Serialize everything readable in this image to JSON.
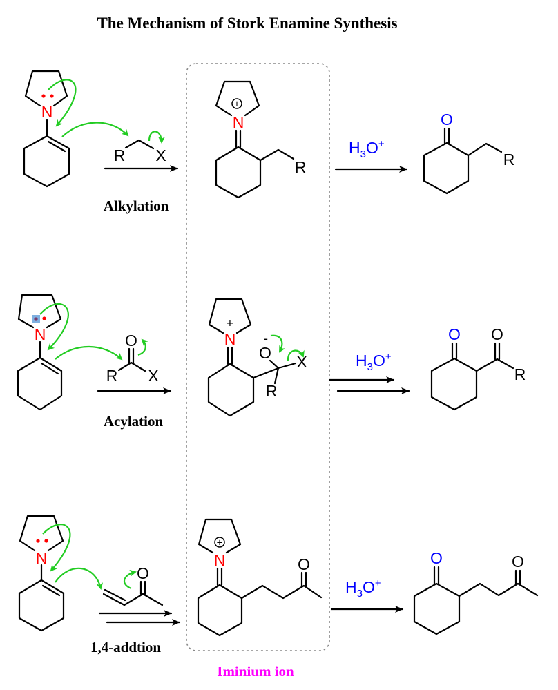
{
  "title": "The Mechanism of Stork Enamine Synthesis",
  "colors": {
    "nitrogen": "#ff0000",
    "product_oxygen": "#0000ff",
    "electron_arrows": "#22cc22",
    "box_label": "#ff00ff",
    "box_border": "#888888"
  },
  "atoms": {
    "N": "N",
    "O": "O",
    "R": "R",
    "X": "X",
    "plus": "+",
    "minus": "-"
  },
  "reagent": {
    "main": "H",
    "sub": "3",
    "o": "O",
    "charge": "+"
  },
  "reactions": [
    {
      "name": "Alkylation"
    },
    {
      "name": "Acylation"
    },
    {
      "name": "1,4-addtion"
    }
  ],
  "box_label": "Iminium ion"
}
